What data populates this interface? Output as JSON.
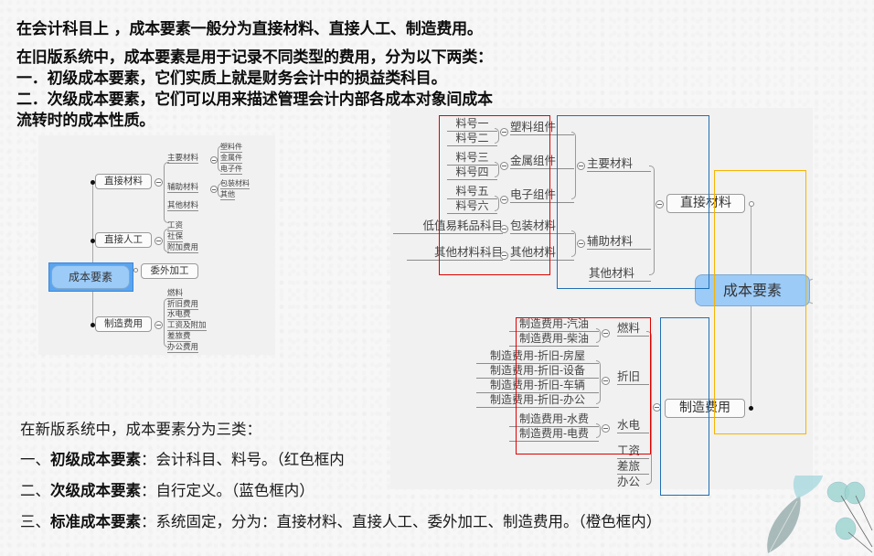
{
  "intro": {
    "line1": "在会计科目上 ，成本要素一般分为直接材料、直接人工、制造费用。",
    "line2": "在旧版系统中，成本要素是用于记录不同类型的费用，分为以下两类：",
    "line3": "一．初级成本要素，它们实质上就是财务会计中的损益类科目。",
    "line4": "二．次级成本要素，它们可以用来描述管理会计内部各成本对象间成本",
    "line5": "流转时的成本性质。"
  },
  "old_mindmap": {
    "root": "成本要素",
    "branches": [
      {
        "label": "直接材料",
        "children": [
          {
            "label": "主要材料",
            "children": [
              "塑料件",
              "金属件",
              "电子件"
            ]
          },
          {
            "label": "辅助材料",
            "children": [
              "包装材料",
              "其他"
            ]
          },
          {
            "label": "其他材料"
          }
        ]
      },
      {
        "label": "直接人工",
        "children": [
          "工资",
          "社保",
          "附加费用"
        ]
      },
      {
        "label": "委外加工"
      },
      {
        "label": "制造费用",
        "children": [
          "燃料",
          "折旧费用",
          "水电费",
          "工资及附加",
          "差旅费",
          "办公费用"
        ]
      }
    ]
  },
  "new_mindmap": {
    "root": "成本要素",
    "direct_material": {
      "label": "直接材料",
      "main": {
        "label": "主要材料",
        "groups": [
          {
            "label": "塑料组件",
            "items": [
              "料号一",
              "料号二"
            ]
          },
          {
            "label": "金属组件",
            "items": [
              "料号三",
              "料号四"
            ]
          },
          {
            "label": "电子组件",
            "items": [
              "料号五",
              "料号六"
            ]
          }
        ]
      },
      "aux": {
        "label": "辅助材料",
        "groups": [
          {
            "label": "包装材料",
            "items": [
              "低值易耗品科目"
            ]
          },
          {
            "label": "其他材料",
            "items": [
              "其他材料科目"
            ]
          }
        ]
      },
      "other": "其他材料"
    },
    "manufacturing": {
      "label": "制造费用",
      "groups": [
        {
          "label": "燃料",
          "items": [
            "制造费用-汽油",
            "制造费用-柴油"
          ]
        },
        {
          "label": "折旧",
          "items": [
            "制造费用-折旧-房屋",
            "制造费用-折旧-设备",
            "制造费用-折旧-车辆",
            "制造费用-折旧-办公"
          ]
        },
        {
          "label": "水电",
          "items": [
            "制造费用-水费",
            "制造费用-电费"
          ]
        },
        {
          "label": "工资"
        },
        {
          "label": "差旅"
        },
        {
          "label": "办公"
        }
      ]
    },
    "frames": {
      "red": "#e00000",
      "blue": "#1f6fb5",
      "orange": "#f5b400"
    }
  },
  "new_system": {
    "title": "在新版系统中，成本要素分为三类：",
    "items": [
      {
        "prefix": "一、",
        "term": "初级成本要素",
        "desc": "：会计科目、料号。（红色框内"
      },
      {
        "prefix": "二、",
        "term": "次级成本要素",
        "desc": "：自行定义。（蓝色框内）"
      },
      {
        "prefix": "三、",
        "term": "标准成本要素",
        "desc": "：系统固定，分为：直接材料、直接人工、委外加工、制造费用。（橙色框内）"
      }
    ]
  }
}
